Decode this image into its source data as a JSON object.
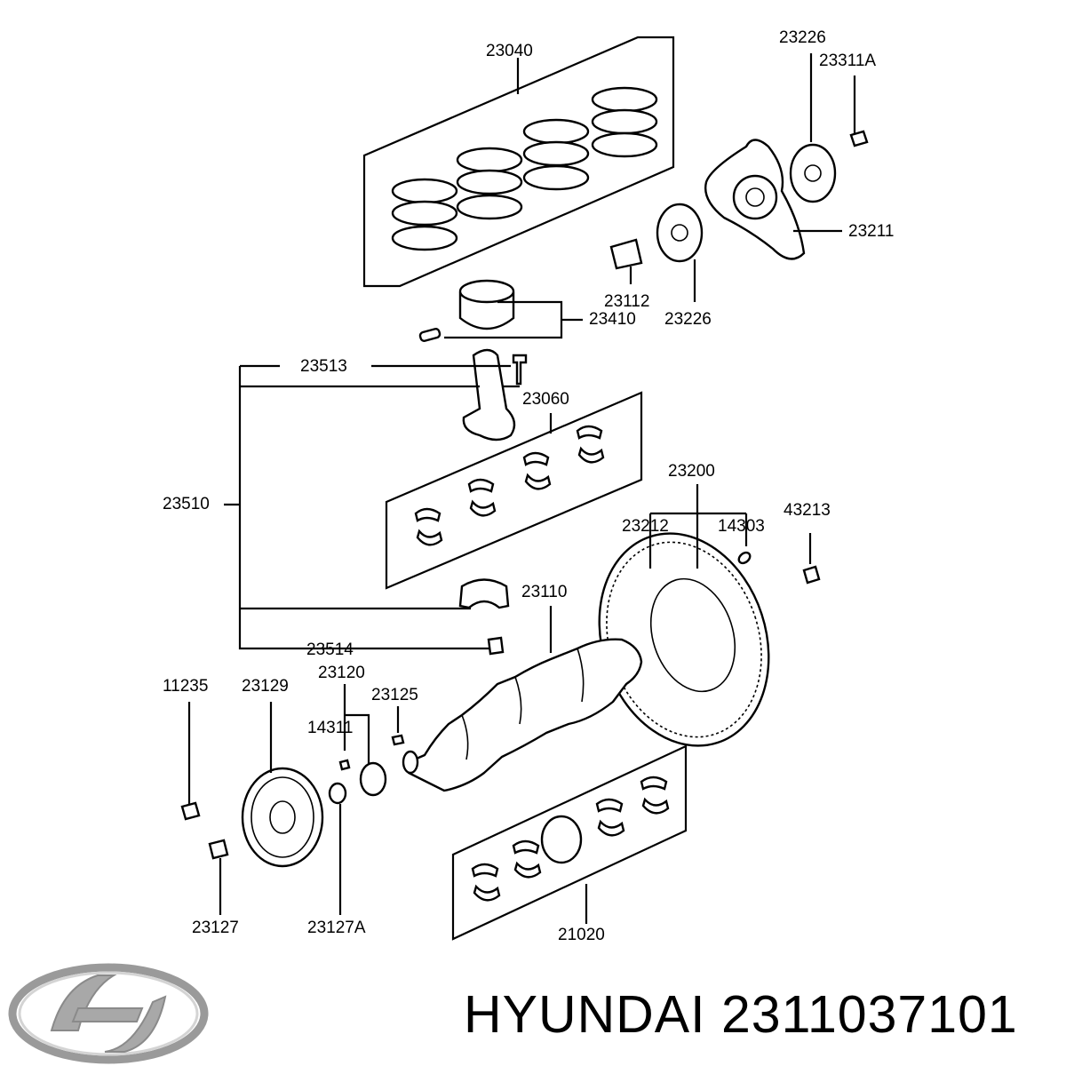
{
  "labels": {
    "p23040": "23040",
    "p23226_top": "23226",
    "p23311A": "23311A",
    "p23211": "23211",
    "p23112": "23112",
    "p23226_bottom": "23226",
    "p23410": "23410",
    "p23513": "23513",
    "p23060": "23060",
    "p23510": "23510",
    "p23200": "23200",
    "p23212": "23212",
    "p14303": "14303",
    "p43213": "43213",
    "p23110": "23110",
    "p23514": "23514",
    "p11235": "11235",
    "p23129": "23129",
    "p23120": "23120",
    "p23125": "23125",
    "p14311": "14311",
    "p23127": "23127",
    "p23127A": "23127A",
    "p21020": "21020"
  },
  "caption": {
    "brand": "HYUNDAI",
    "part_number": "2311037101"
  },
  "logo": {
    "name": "hyundai-logo",
    "color": "#b0b0b0"
  }
}
